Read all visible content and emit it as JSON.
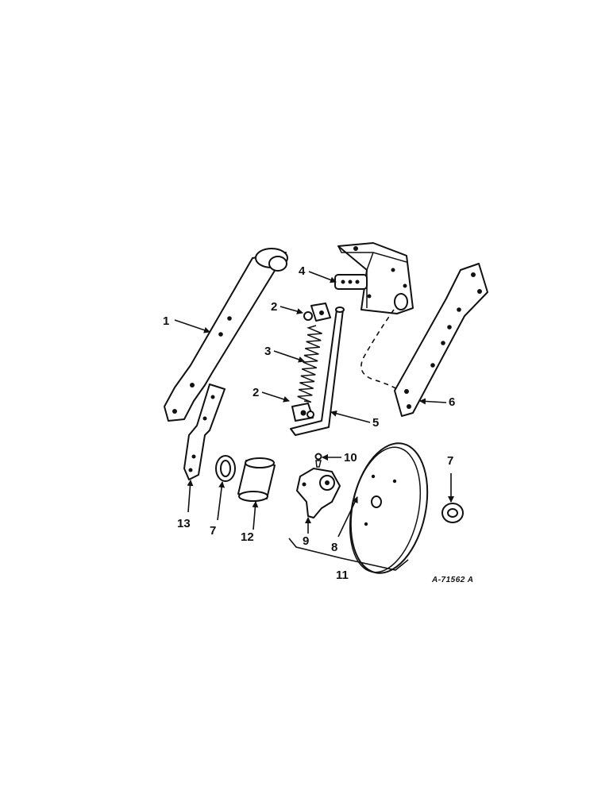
{
  "callouts": {
    "c1": "1",
    "c2a": "2",
    "c2b": "2",
    "c3": "3",
    "c4": "4",
    "c5": "5",
    "c6": "6",
    "c7a": "7",
    "c7b": "7",
    "c8": "8",
    "c9": "9",
    "c10": "10",
    "c11": "11",
    "c12": "12",
    "c13": "13"
  },
  "reference_code": "A-71562 A",
  "colors": {
    "ink": "#111111",
    "background": "#ffffff"
  }
}
